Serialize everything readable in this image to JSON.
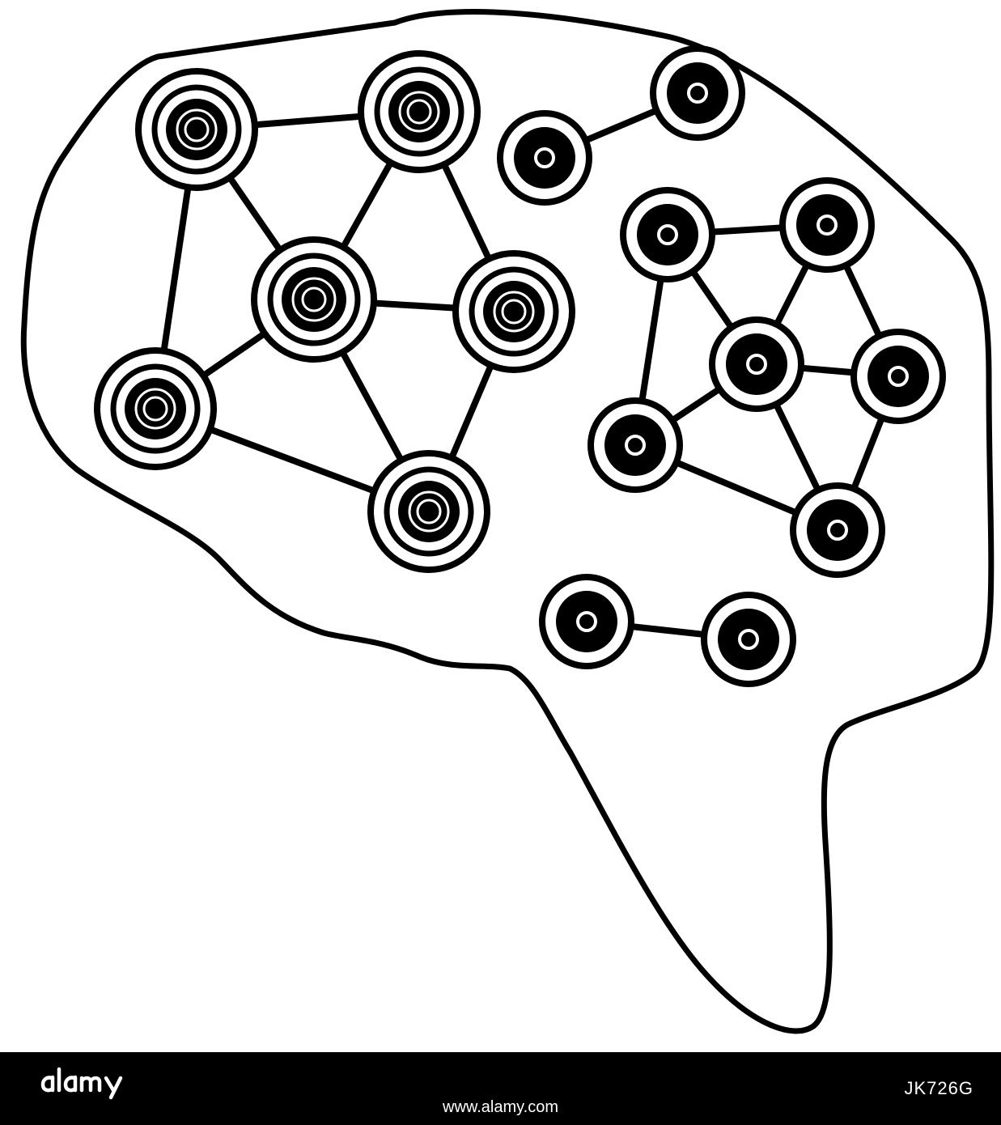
{
  "illustration": {
    "subject": "brain-network-icon",
    "stroke_color": "#000000",
    "background_color": "#ffffff"
  },
  "footer": {
    "background_color": "#000000",
    "text_color": "#ffffff",
    "brand_name": "alamy",
    "image_id": "JK726G",
    "url": "www.alamy.com"
  }
}
